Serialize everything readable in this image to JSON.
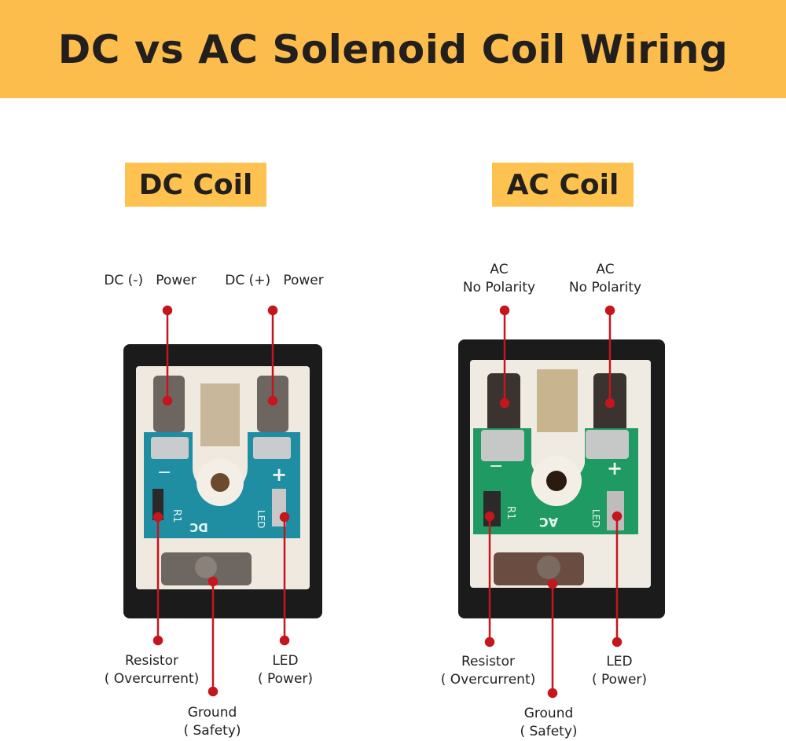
{
  "title": "DC vs AC Solenoid Coil Wiring",
  "dc": {
    "heading": "DC Coil",
    "neg_label": "DC (-)   Power",
    "pos_label": "DC (+)   Power",
    "resistor": [
      "Resistor",
      "( Overcurrent)"
    ],
    "led": [
      "LED",
      "( Power)"
    ],
    "ground": [
      "Ground",
      "( Safety)"
    ],
    "pcb_text": "DC",
    "pcb_r1": "R1",
    "pcb_led": "LED",
    "pcb_minus": "−",
    "pcb_plus": "+"
  },
  "ac": {
    "heading": "AC Coil",
    "left_label": [
      "AC",
      "No Polarity"
    ],
    "right_label": [
      "AC",
      "No Polarity"
    ],
    "resistor": [
      "Resistor",
      "( Overcurrent)"
    ],
    "led": [
      "LED",
      "( Power)"
    ],
    "ground": [
      "Ground",
      "( Safety)"
    ],
    "pcb_text": "AC",
    "pcb_r1": "R1",
    "pcb_led": "LED",
    "pcb_minus": "−",
    "pcb_plus": "+"
  },
  "colors": {
    "banner": "#fdbd4c",
    "pointer": "#c4161c",
    "dc_pcb": "#1f8ea3",
    "ac_pcb": "#1e9a62"
  }
}
